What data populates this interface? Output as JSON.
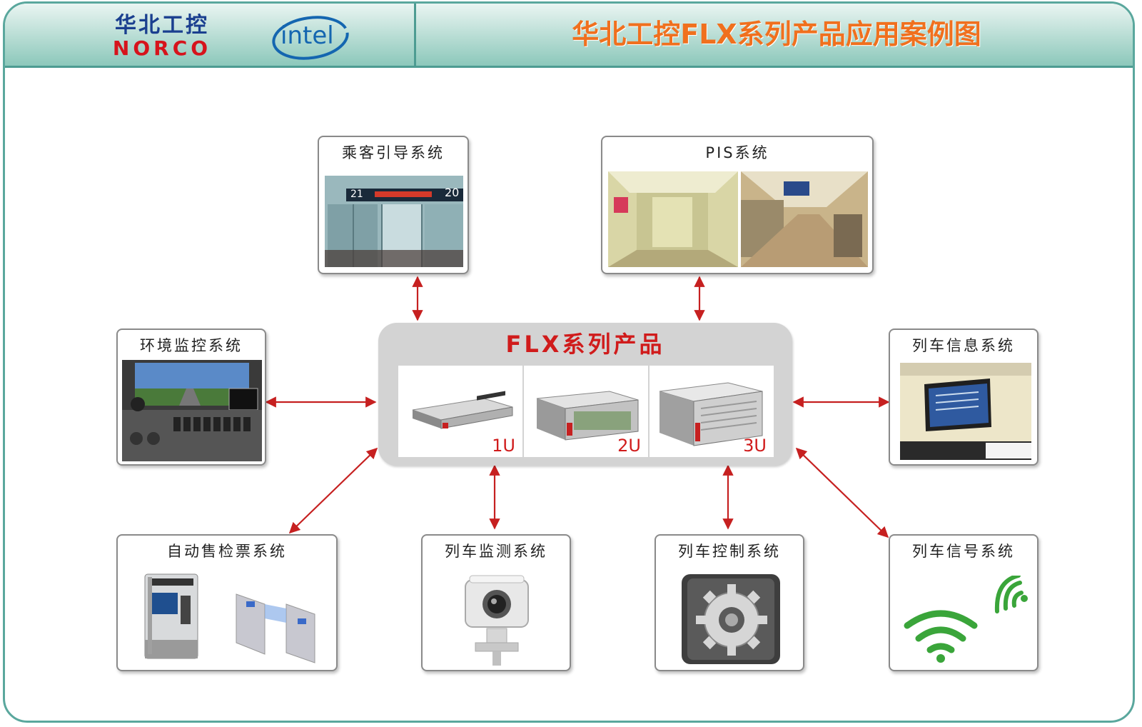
{
  "header": {
    "logo_cn": "华北工控",
    "logo_en": "NORCO",
    "intel_logo": "intel",
    "title": "华北工控FLX系列产品应用案例图"
  },
  "center": {
    "title": "FLX系列产品",
    "products": [
      {
        "label": "1U"
      },
      {
        "label": "2U"
      },
      {
        "label": "3U"
      }
    ]
  },
  "systems": {
    "passenger_guidance": "乘客引导系统",
    "pis": "PIS系统",
    "environment_monitoring": "环境监控系统",
    "train_info": "列车信息系统",
    "afc": "自动售检票系统",
    "train_monitoring": "列车监测系统",
    "train_control": "列车控制系统",
    "train_signal": "列车信号系统"
  },
  "photo_text": {
    "guidance_left": "21",
    "guidance_right": "20"
  },
  "colors": {
    "frame": "#5aa79d",
    "title_orange": "#f0701e",
    "accent_red": "#d01b1b",
    "arrow": "#c62020",
    "wifi_green": "#3aa53a"
  }
}
